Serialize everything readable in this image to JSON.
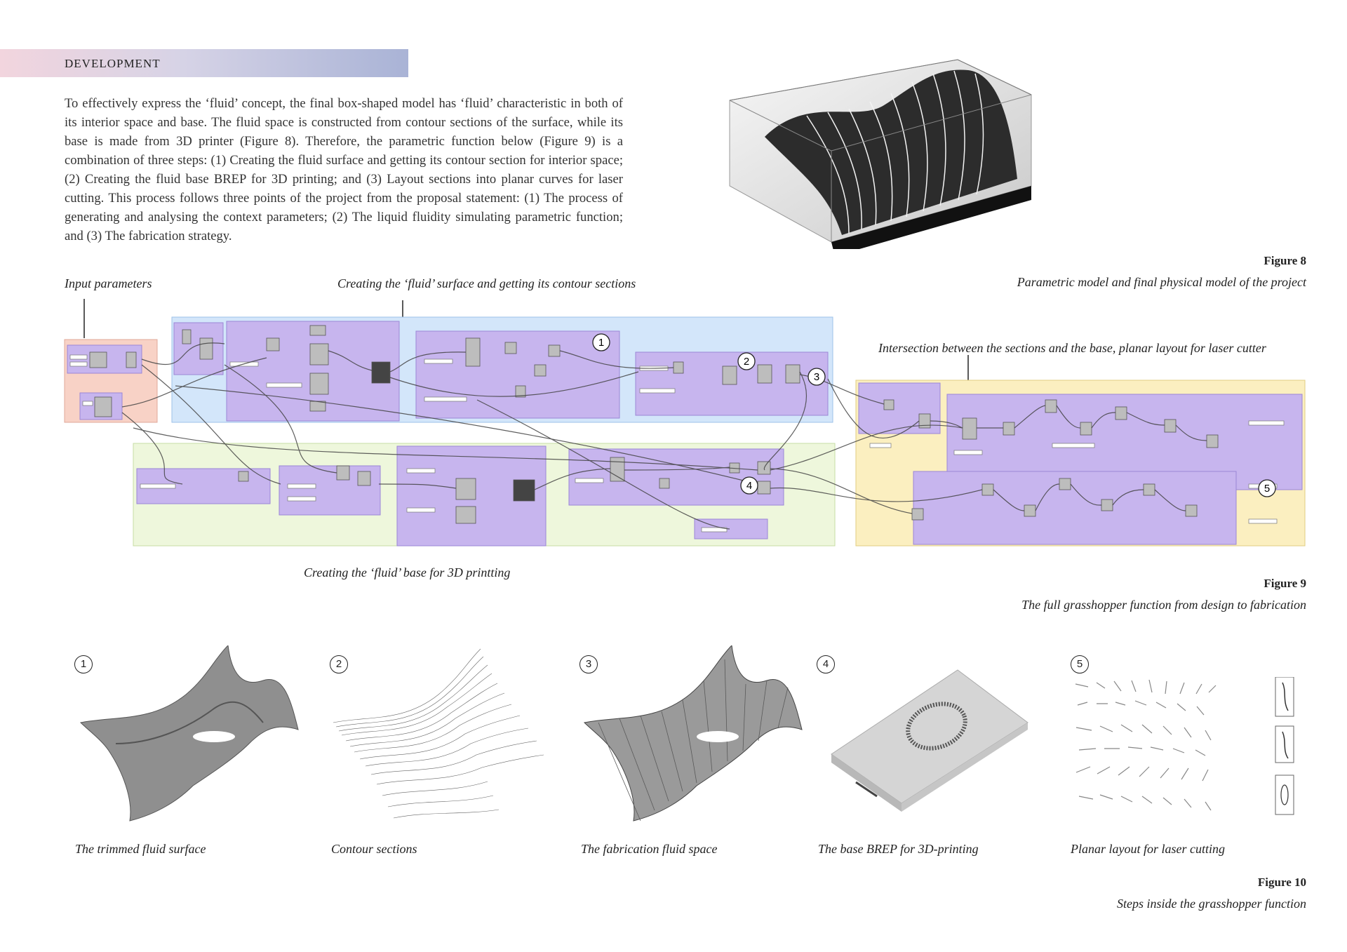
{
  "header": {
    "title": "DEVELOPMENT"
  },
  "intro": "To effectively express the ‘fluid’ concept, the final box-shaped model has ‘fluid’ characteristic in both of its interior space and base. The fluid space is constructed from contour sections of the surface, while its base is made from 3D printer (Figure 8). Therefore, the parametric function below (Figure 9) is a combination of three steps: (1) Creating the fluid surface and getting its contour section for interior space; (2) Creating the fluid base BREP for 3D printing; and (3) Layout sections into planar curves for laser cutting. This process follows three points of the project from the proposal statement: (1) The process of generating and analysing the context parameters; (2) The liquid fluidity simulating parametric function; and (3) The fabrication strategy.",
  "figure8": {
    "number": "Figure 8",
    "caption": "Parametric model and final physical model of the project"
  },
  "figure9": {
    "number": "Figure 9",
    "caption": "The full grasshopper function from design to fabrication",
    "annotations": {
      "input": "Input parameters",
      "surface": "Creating the ‘fluid’ surface and getting its contour sections",
      "intersection": "Intersection between the sections and the base, planar layout for laser cutter",
      "base": "Creating the ‘fluid’ base for 3D printting"
    },
    "markers": [
      "1",
      "2",
      "3",
      "4",
      "5"
    ]
  },
  "figure10": {
    "number": "Figure 10",
    "caption": "Steps inside the grasshopper function",
    "steps": [
      {
        "num": "1",
        "caption": "The trimmed fluid surface"
      },
      {
        "num": "2",
        "caption": "Contour sections"
      },
      {
        "num": "3",
        "caption": "The fabrication fluid space"
      },
      {
        "num": "4",
        "caption": "The base BREP for 3D-printing"
      },
      {
        "num": "5",
        "caption": "Planar layout for laser cutting"
      }
    ]
  },
  "colors": {
    "header_gradient_start": "#f2d5de",
    "header_gradient_end": "#a9b3d6",
    "group_blue": "#d3e6fa",
    "group_green": "#eef7dc",
    "group_yellow": "#fbefc0",
    "group_salmon": "#f8d2c6",
    "group_purple": "#c7b5ee"
  }
}
